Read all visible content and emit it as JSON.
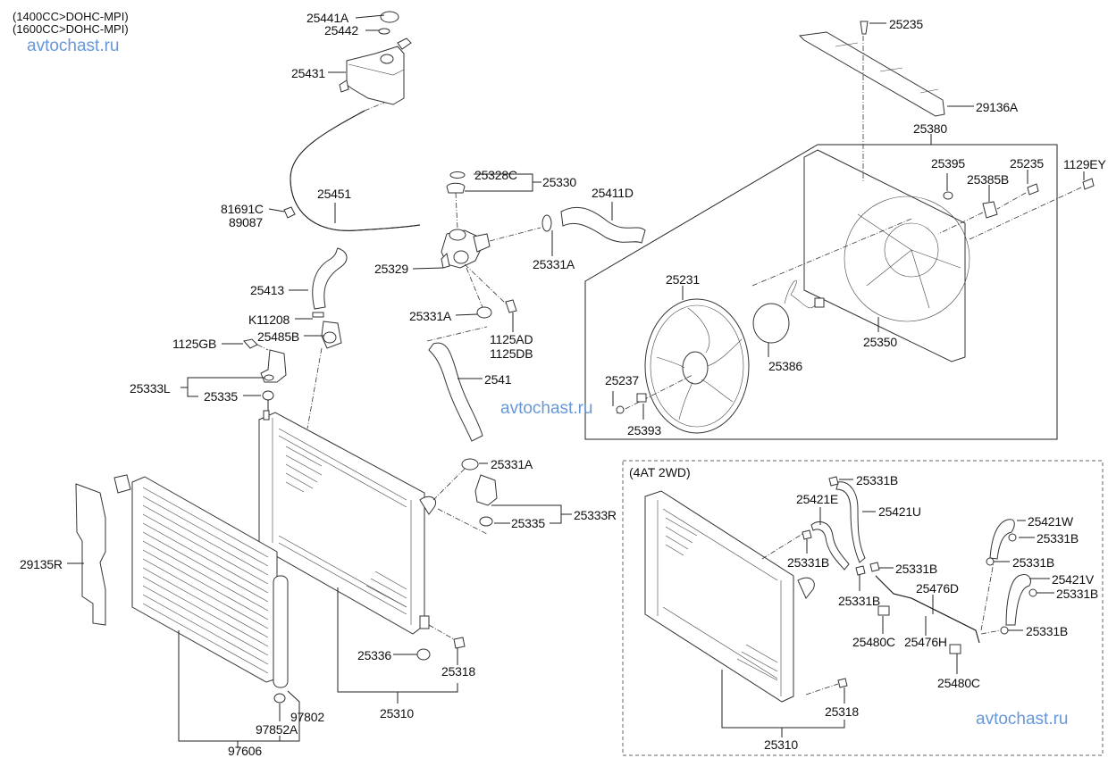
{
  "diagram": {
    "title_notes": [
      "(1400CC>DOHC-MPI)",
      "(1600CC>DOHC-MPI)"
    ],
    "watermark": "avtochast.ru",
    "inset": {
      "title": "(4AT 2WD)"
    },
    "labels": {
      "p25441A": "25441A",
      "p25442": "25442",
      "p25431": "25431",
      "p25451": "25451",
      "p81691C": "81691C",
      "p89087": "89087",
      "p25328C": "25328C",
      "p25330": "25330",
      "p25411D": "25411D",
      "p25329": "25329",
      "p25331A_1": "25331A",
      "p25331A_2": "25331A",
      "p25331A_3": "25331A",
      "p1125AD": "1125AD",
      "p1125DB": "1125DB",
      "p25414": "2541",
      "p25413": "25413",
      "pK11208": "K11208",
      "p25485B": "25485B",
      "p1125GB": "1125GB",
      "p25333L": "25333L",
      "p25335_L": "25335",
      "p25335_R": "25335",
      "p25333R": "25333R",
      "p29135R": "29135R",
      "p25336": "25336",
      "p25318_main": "25318",
      "p25310_main": "25310",
      "p97802": "97802",
      "p97852A": "97852A",
      "p97606": "97606",
      "p25235_top": "25235",
      "p29136A": "29136A",
      "p25380": "25380",
      "p25395": "25395",
      "p25235_side": "25235",
      "p25385B": "25385B",
      "p1129EY": "1129EY",
      "p25231": "25231",
      "p25237": "25237",
      "p25393": "25393",
      "p25386": "25386",
      "p25350": "25350",
      "i25331B_1": "25331B",
      "i25421E": "25421E",
      "i25421U": "25421U",
      "i25331B_2": "25331B",
      "i25331B_3": "25331B",
      "i25331B_4": "25331B",
      "i25421W": "25421W",
      "i25331B_5": "25331B",
      "i25331B_6": "25331B",
      "i25421V": "25421V",
      "i25331B_7": "25331B",
      "i25331B_8": "25331B",
      "i25476D": "25476D",
      "i25476H": "25476H",
      "i25480C_1": "25480C",
      "i25480C_2": "25480C",
      "i25318": "25318",
      "i25310": "25310"
    }
  }
}
